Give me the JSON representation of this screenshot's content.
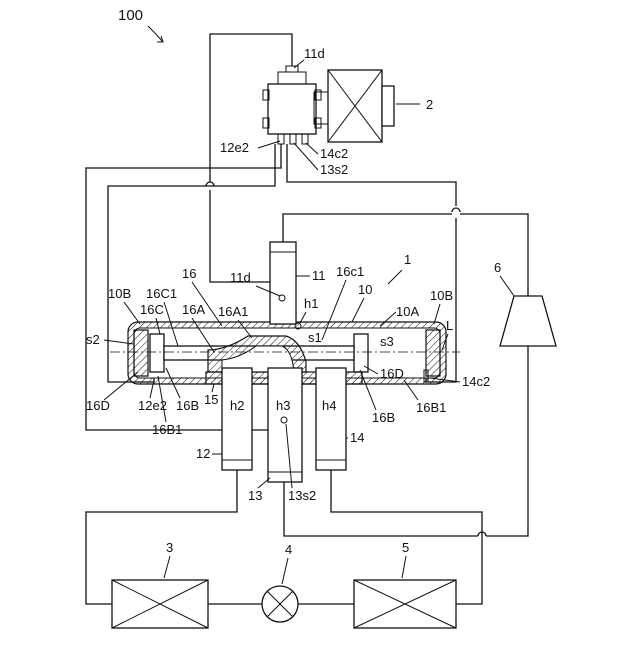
{
  "figure_label": "100",
  "labels": {
    "l_11d_top": "11d",
    "l_2": "2",
    "l_12e2_top": "12e2",
    "l_14c2_top": "14c2",
    "l_13s2_top": "13s2",
    "l_1": "1",
    "l_6": "6",
    "l_11": "11",
    "l_11d": "11d",
    "l_16": "16",
    "l_16c1": "16c1",
    "l_10": "10",
    "l_h1": "h1",
    "l_10B_left": "10B",
    "l_16C1": "16C1",
    "l_16A1": "16A1",
    "l_10A": "10A",
    "l_10B_right": "10B",
    "l_16C": "16C",
    "l_16A": "16A",
    "l_s1": "s1",
    "l_L": "L",
    "l_s2": "s2",
    "l_s3": "s3",
    "l_16D_right": "16D",
    "l_14c2": "14c2",
    "l_15": "15",
    "l_h2": "h2",
    "l_h3": "h3",
    "l_h4": "h4",
    "l_16D_left": "16D",
    "l_12e2": "12e2",
    "l_16B_left": "16B",
    "l_16B_right": "16B",
    "l_16B1_right": "16B1",
    "l_16B1_left": "16B1",
    "l_14": "14",
    "l_12": "12",
    "l_13": "13",
    "l_13s2": "13s2",
    "l_3": "3",
    "l_4": "4",
    "l_5": "5"
  }
}
